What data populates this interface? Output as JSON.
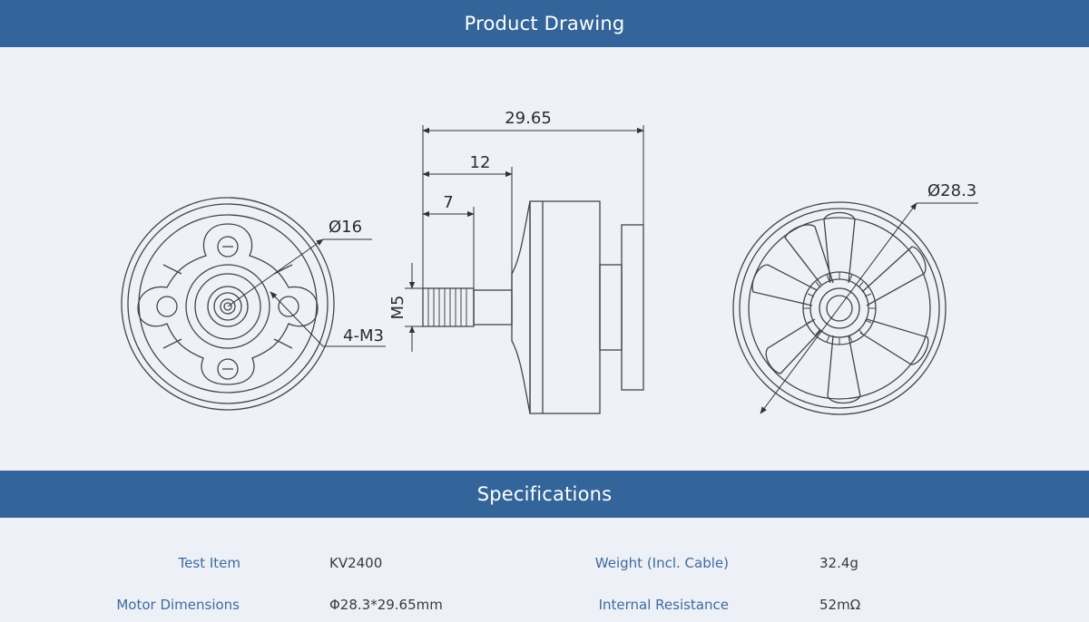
{
  "header": {
    "title": "Product Drawing"
  },
  "drawing": {
    "dimensions": {
      "total_length": "29.65",
      "shaft_length": "12",
      "thread_length": "7",
      "thread_size": "M5",
      "mount_pattern_diameter": "Ø16",
      "mount_holes": "4-M3",
      "outer_diameter": "Ø28.3"
    }
  },
  "specs": {
    "title": "Specifications",
    "rows": [
      {
        "label_left": "Test Item",
        "value_left": "KV2400",
        "label_right": "Weight (Incl. Cable)",
        "value_right": "32.4g"
      },
      {
        "label_left": "Motor Dimensions",
        "value_left": "Φ28.3*29.65mm",
        "label_right": "Internal Resistance",
        "value_right": "52mΩ"
      }
    ]
  },
  "colors": {
    "banner": "#34659a",
    "background": "#edf1f7",
    "label": "#3e6a9e"
  }
}
